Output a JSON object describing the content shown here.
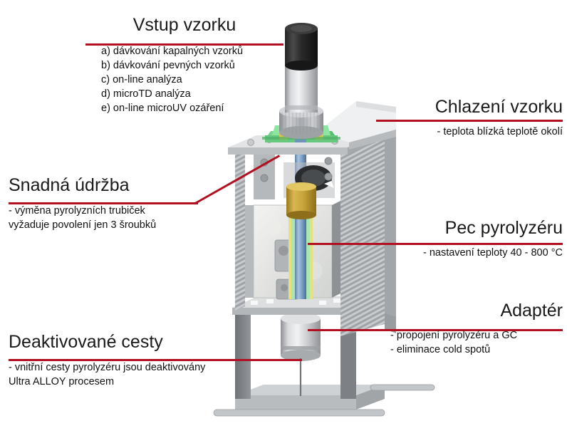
{
  "figure": {
    "subject": "pyrolyzer-cutaway-diagram",
    "language": "cs",
    "accent_color": "#b01020",
    "background_color": "#ffffff"
  },
  "callouts": {
    "sample_inlet": {
      "title": "Vstup vzorku",
      "lines": [
        "a) dávkování kapalných vzorků",
        "b) dávkování pevných vzorků",
        "c) on-line analýza",
        "d) microTD analýza",
        "e) on-line microUV ozáření"
      ]
    },
    "sample_cooling": {
      "title": "Chlazení vzorku",
      "lines": [
        "- teplota blízká teplotě okolí"
      ]
    },
    "easy_maintenance": {
      "title": "Snadná údržba",
      "lines": [
        "- výměna pyrolyzních trubiček",
        "vyžaduje povolení jen 3 šroubků"
      ]
    },
    "pyrolyzer_furnace": {
      "title": "Pec pyrolyzéru",
      "lines": [
        "- nastavení teploty 40 - 800 °C"
      ]
    },
    "adapter": {
      "title": "Adaptér",
      "lines": [
        "- propojení pyrolyzéru a GC",
        "- eliminace cold spotů"
      ]
    },
    "deactivated_paths": {
      "title": "Deaktivované cesty",
      "lines": [
        "- vnitřní cesty pyrolyzéru jsou deaktivovány",
        "Ultra ALLOY procesem"
      ]
    }
  },
  "device_parts": {
    "cap": "black-sample-cap",
    "barrel": "silver-sample-probe-barrel",
    "knurled_ring": "knurled-locking-ring",
    "cooling_block": "green-cooling-manifold",
    "fan": "cooling-fan",
    "brass_block": "brass-heater-block",
    "quartz_tube": "blue-pyrolysis-tube",
    "heater_coil": "green-yellow-heater-element",
    "insulation": "furnace-insulation-cutaway",
    "heatsink": "finned-heatsink-panel",
    "adapter_cylinder": "gc-adapter-cylinder",
    "capillary": "transfer-capillary-needle",
    "stand": "support-stand-base"
  }
}
